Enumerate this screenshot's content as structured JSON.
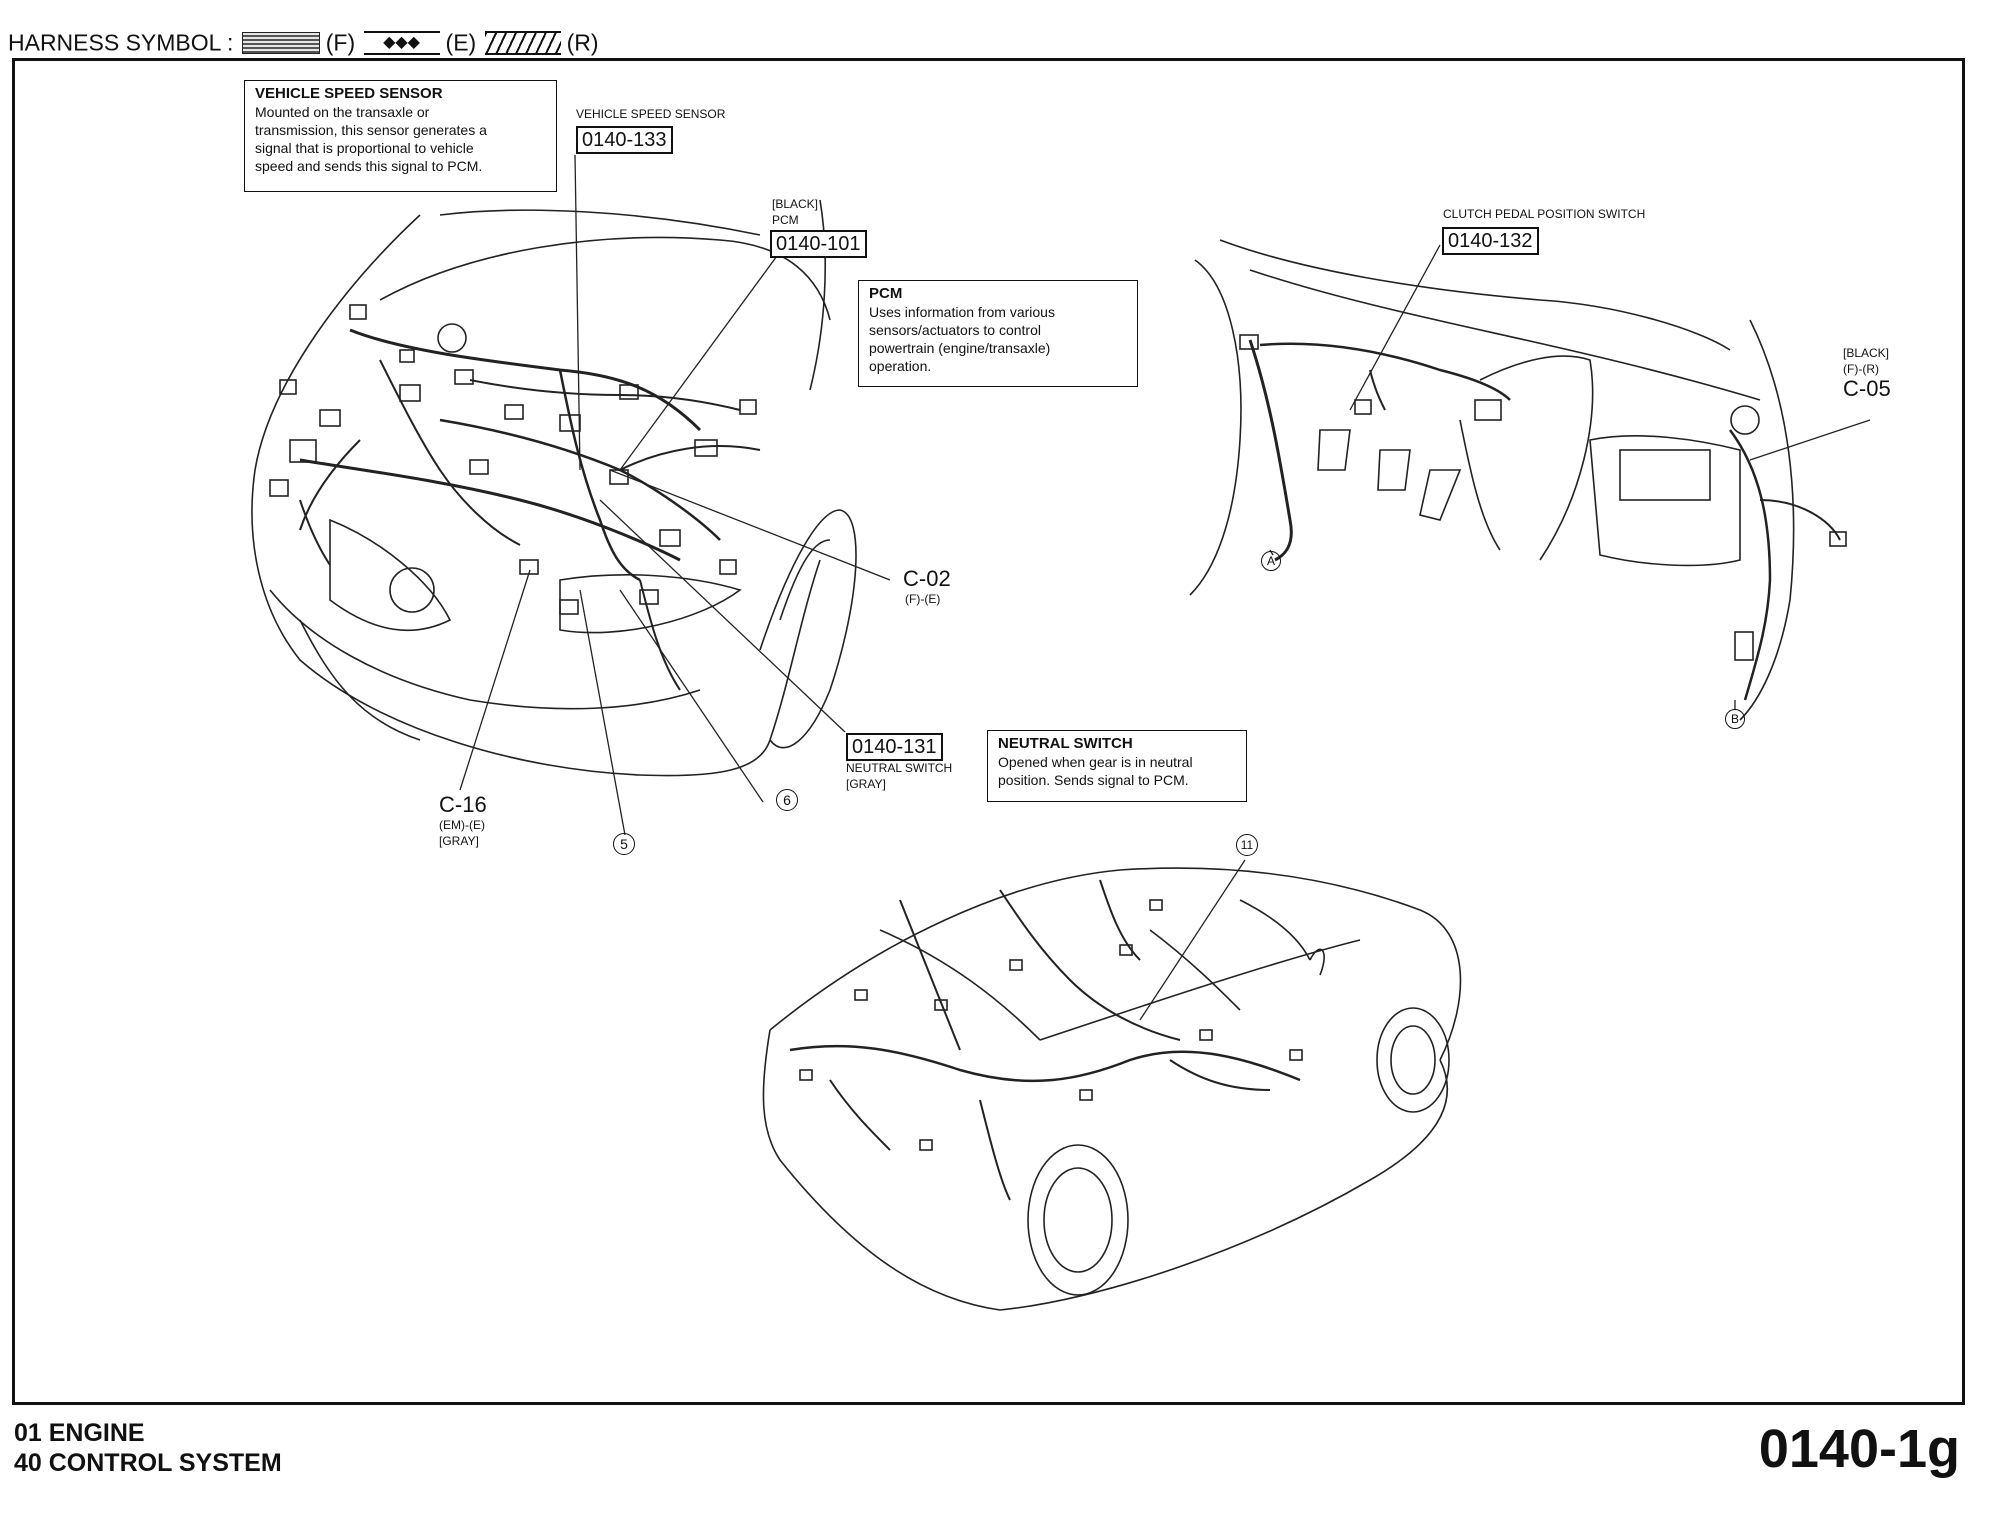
{
  "legend": {
    "prefix": "HARNESS SYMBOL :",
    "f_label": "(F)",
    "e_label": "(E)",
    "r_label": "(R)"
  },
  "callouts": {
    "vss_box": {
      "title": "VEHICLE SPEED SENSOR",
      "lines": [
        "Mounted on the transaxle or",
        "transmission, this sensor generates a",
        "signal that is proportional to vehicle",
        "speed and sends this signal to PCM."
      ]
    },
    "pcm_box": {
      "title": "PCM",
      "lines": [
        "Uses information from various",
        "sensors/actuators to control",
        "powertrain (engine/transaxle)",
        "operation."
      ]
    },
    "neutral_box": {
      "title": "NEUTRAL SWITCH",
      "lines": [
        "Opened when gear is in neutral",
        "position. Sends signal to PCM."
      ]
    }
  },
  "components": {
    "vss": {
      "label": "VEHICLE SPEED SENSOR",
      "code": "0140-133"
    },
    "pcm": {
      "color": "[BLACK]",
      "label": "PCM",
      "code": "0140-101"
    },
    "clutch": {
      "label": "CLUTCH PEDAL POSITION SWITCH",
      "code": "0140-132"
    },
    "neutral": {
      "code": "0140-131",
      "label": "NEUTRAL SWITCH",
      "color": "[GRAY]"
    }
  },
  "connectors": {
    "c02": {
      "name": "C-02",
      "sub": "(F)-(E)"
    },
    "c05": {
      "color": "[BLACK]",
      "sub": "(F)-(R)",
      "name": "C-05"
    },
    "c16": {
      "name": "C-16",
      "sub": "(EM)-(E)",
      "color": "[GRAY]"
    }
  },
  "markers": {
    "m5": "5",
    "m6": "6",
    "m11": "11",
    "a": "A",
    "b": "B"
  },
  "footer": {
    "line1": "01  ENGINE",
    "line2": "40  CONTROL SYSTEM",
    "page": "0140-1g"
  }
}
